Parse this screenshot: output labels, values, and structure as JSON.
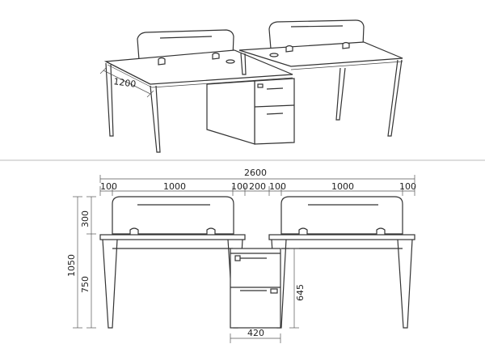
{
  "iso_view": {
    "depth_label": "1200"
  },
  "front_view": {
    "overall_width": "2600",
    "segments": [
      "100",
      "1000",
      "100",
      "200",
      "100",
      "1000",
      "100"
    ],
    "screen_height": "300",
    "total_height": "1050",
    "desk_height": "750",
    "pedestal_height": "645",
    "pedestal_width": "420"
  }
}
